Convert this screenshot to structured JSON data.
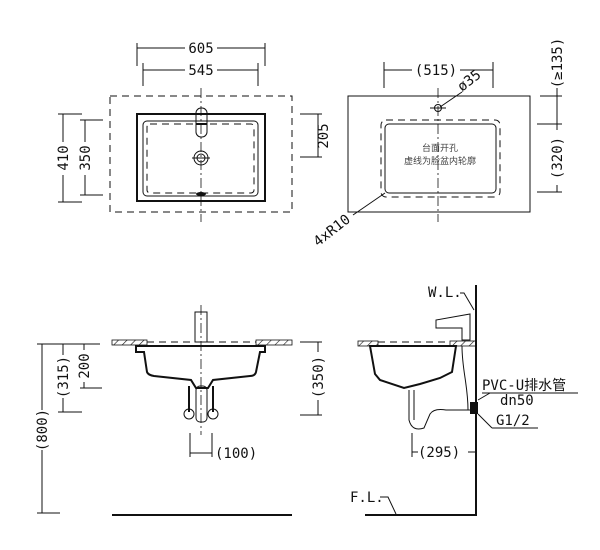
{
  "top_view": {
    "width_outer": "605",
    "width_inner": "545",
    "depth_outer": "410",
    "depth_inner": "350",
    "faucet_to_drain": "205"
  },
  "cutout_view": {
    "cutout_width": "(515)",
    "tap_hole": "ø35",
    "edge_min": "(≥135)",
    "cutout_depth": "(320)",
    "corner_radius": "4xR10",
    "note_line1": "台面开孔",
    "note_line2": "虚线为脸盆内轮廓"
  },
  "front_view": {
    "height_floor": "(800)",
    "height_outlet": "(315)",
    "height_bowl": "200",
    "height_trap": "(350)",
    "valve_spacing": "(100)"
  },
  "side_view": {
    "wall_label": "W.L.",
    "floor_label": "F.L.",
    "drain_pipe": "PVC-U排水管",
    "drain_size": "dn50",
    "supply_size": "G1/2",
    "trap_offset": "(295)"
  }
}
